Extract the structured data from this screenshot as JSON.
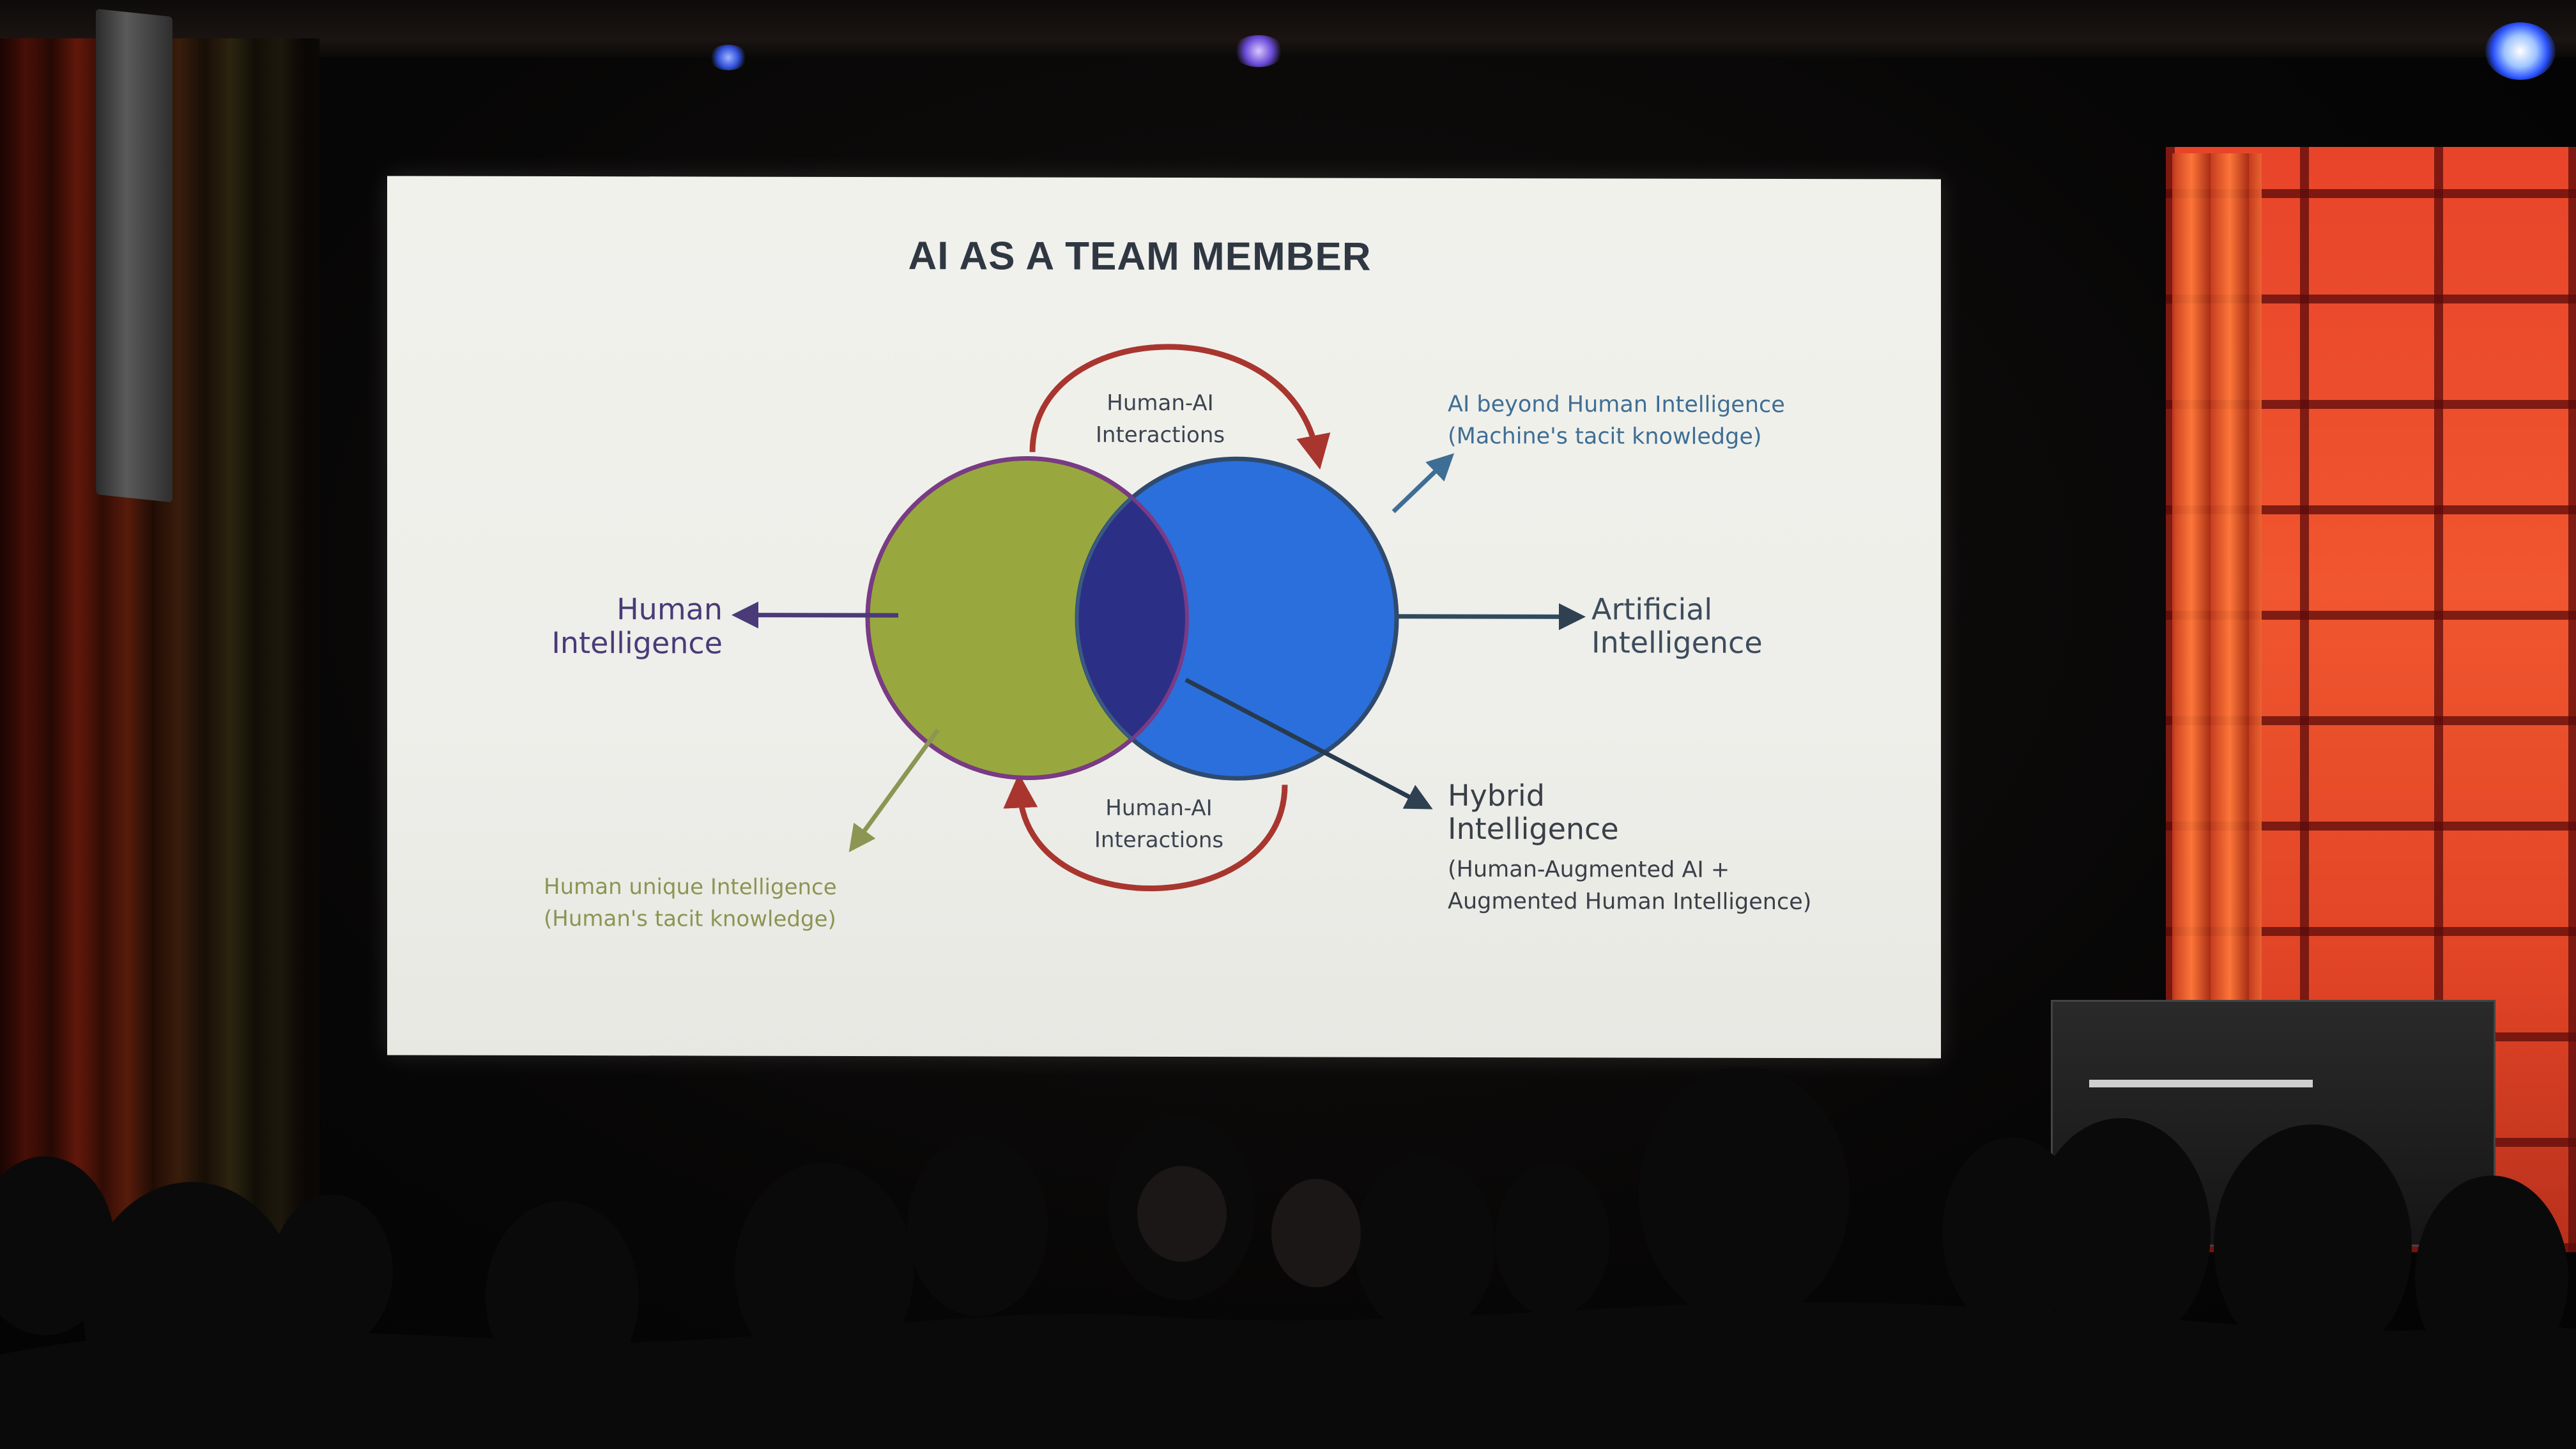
{
  "slide": {
    "title": "AI AS A TEAM MEMBER",
    "interactions_top": {
      "line1": "Human-AI",
      "line2": "Interactions"
    },
    "interactions_bottom": {
      "line1": "Human-AI",
      "line2": "Interactions"
    },
    "human_intelligence": {
      "line1": "Human",
      "line2": "Intelligence"
    },
    "artificial_intelligence": {
      "line1": "Artificial",
      "line2": "Intelligence"
    },
    "ai_beyond": {
      "line1": "AI beyond Human Intelligence",
      "line2": "(Machine's tacit knowledge)"
    },
    "human_unique": {
      "line1": "Human unique Intelligence",
      "line2": "(Human's tacit knowledge)"
    },
    "hybrid": {
      "line1": "Hybrid",
      "line2": "Intelligence",
      "line3": "(Human-Augmented AI +",
      "line4": "Augmented Human Intelligence)"
    },
    "colors": {
      "human_circle": "#99a83e",
      "ai_circle": "#2b6fdc",
      "overlap": "#2c2f86",
      "circle_outline": "#6b3a6e",
      "interaction_arrow": "#a8362f",
      "human_label": "#4a3a78",
      "ai_label": "#3c4c5c",
      "beyond_label": "#3f6e94",
      "unique_label": "#8c9552"
    }
  }
}
